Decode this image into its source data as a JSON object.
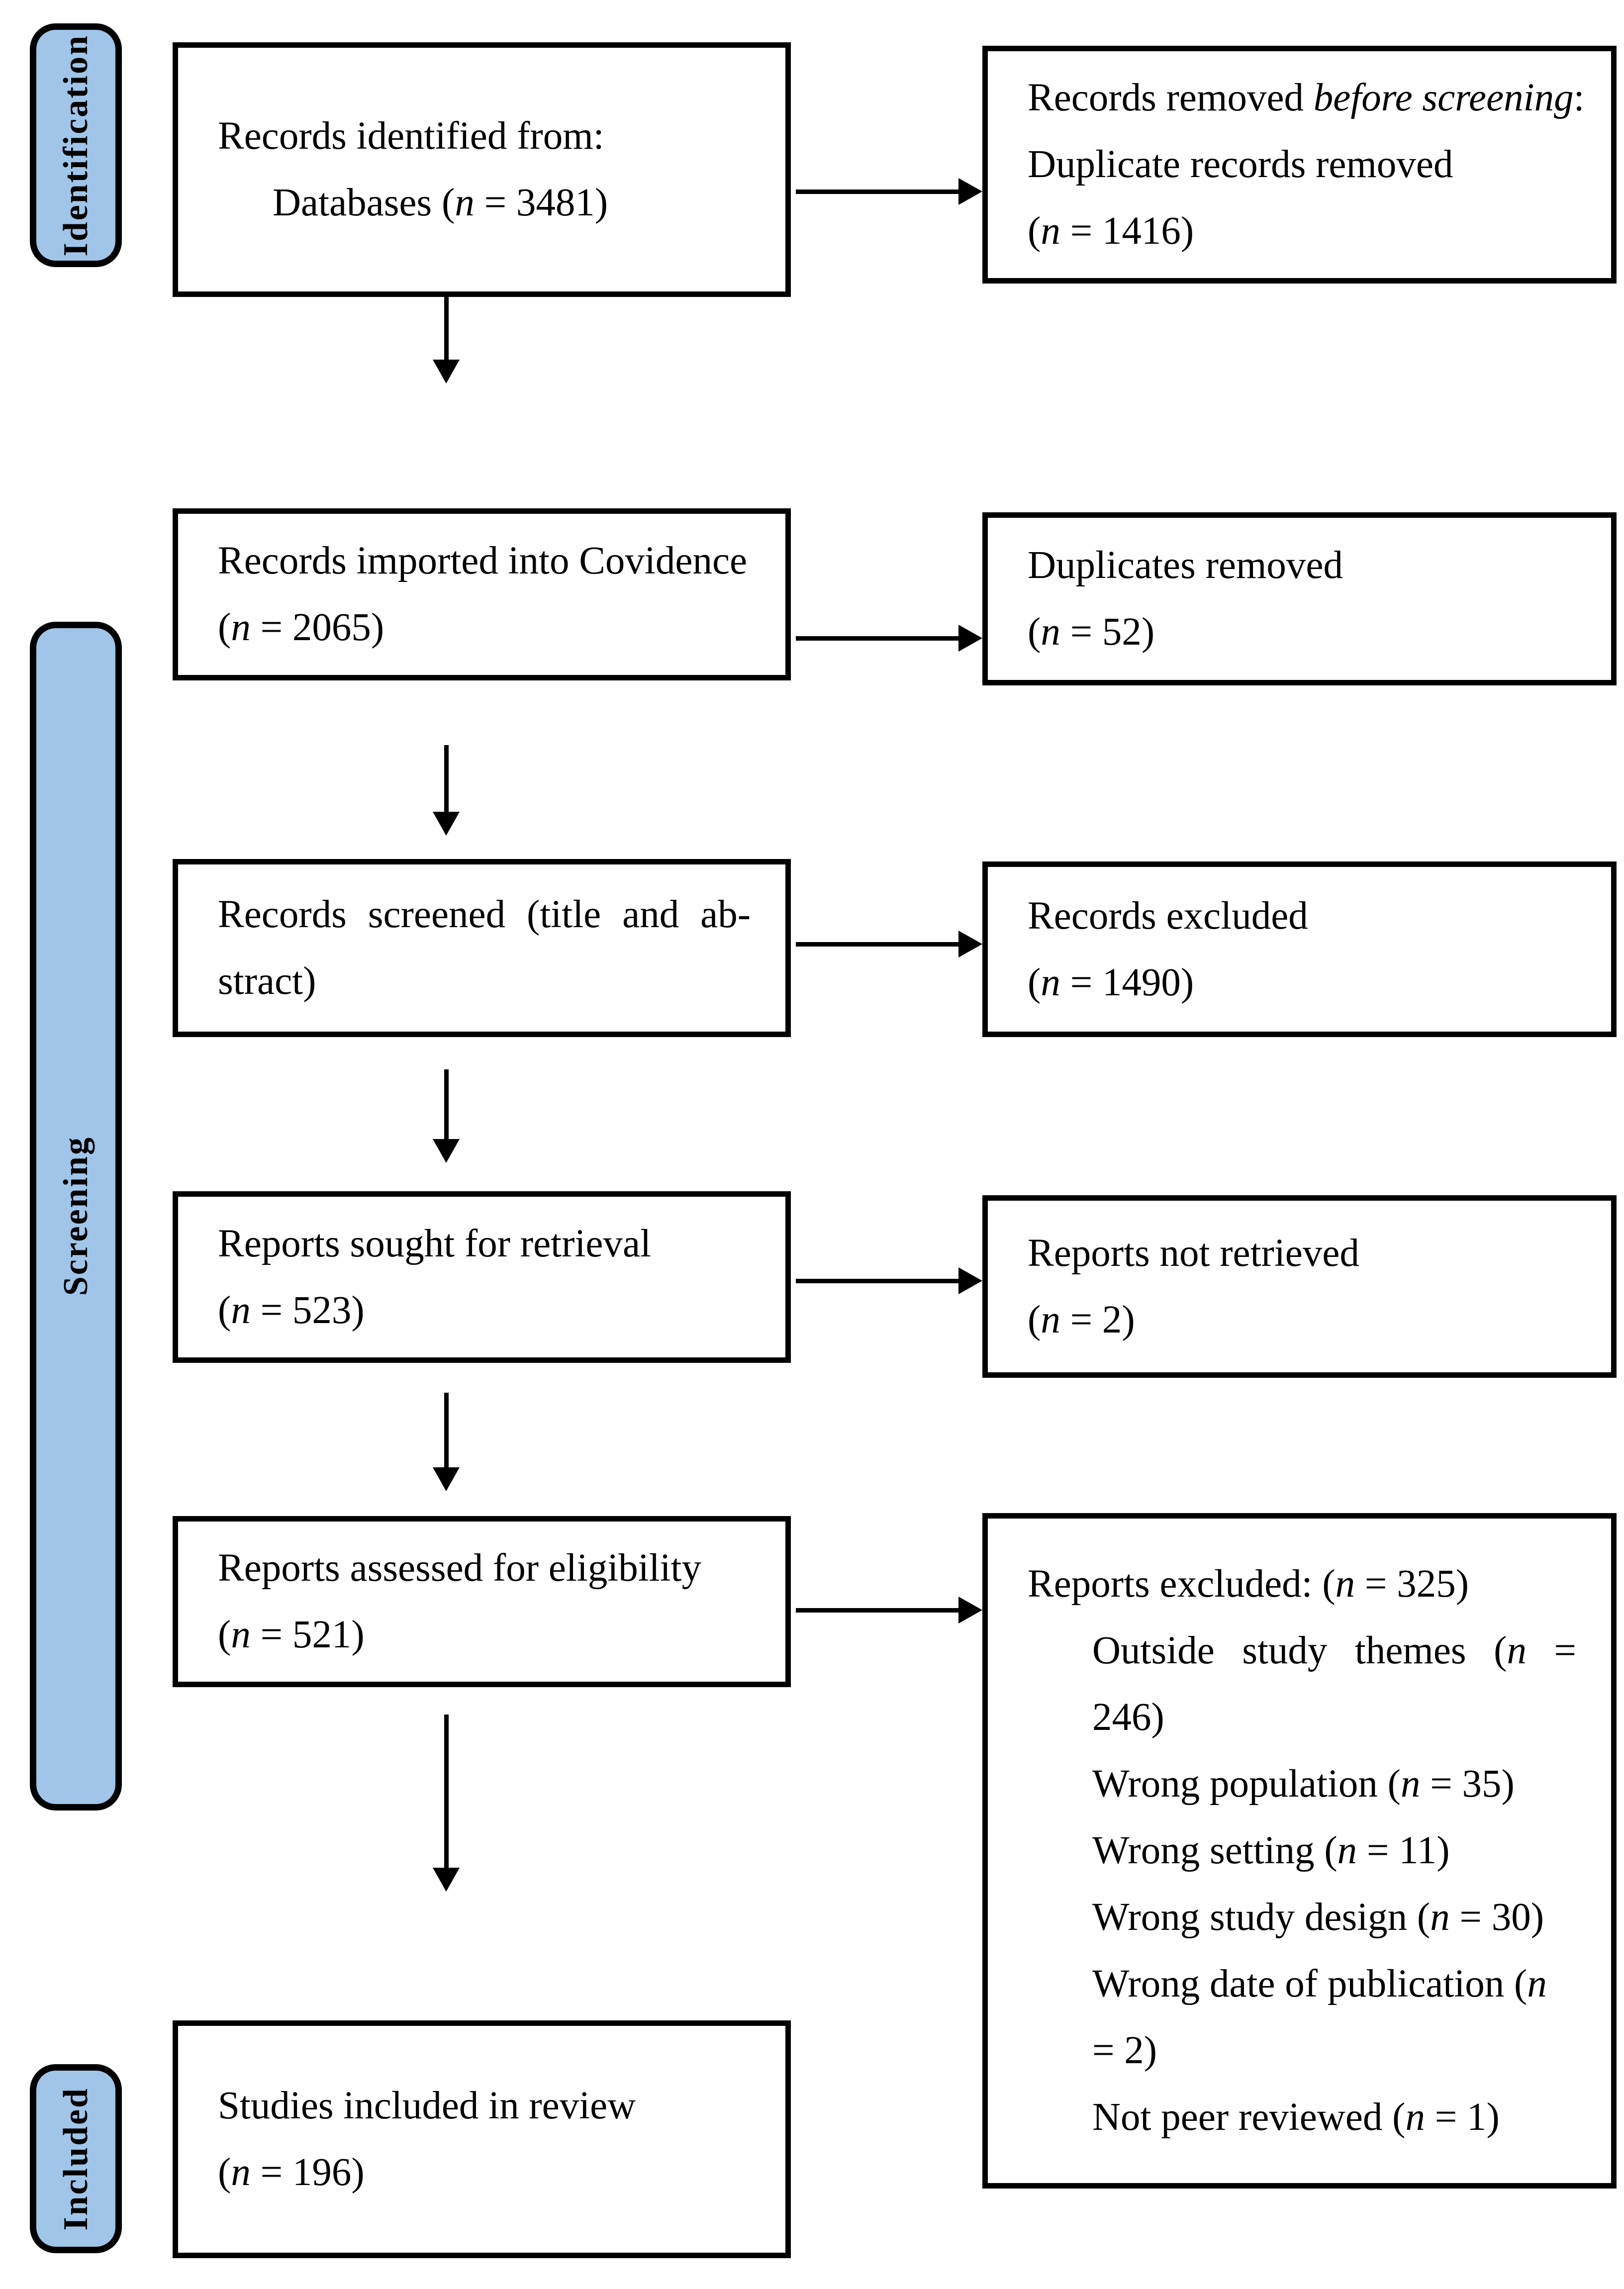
{
  "diagram": {
    "title_implicit": "PRISMA flow diagram",
    "colors": {
      "stage_label_fill": "#A0C5E8",
      "stage_label_border": "#000000",
      "box_border": "#000000",
      "background": "#FFFFFF",
      "text": "#000000"
    },
    "stage_labels": {
      "identification": "Identification",
      "screening": "Screening",
      "included": "Included"
    },
    "boxes": {
      "identified": {
        "lines": [
          "Records identified from:",
          "Databases (*n* = 3481)"
        ]
      },
      "removed_before_screening": {
        "lines": [
          "Records removed *before screening*:",
          "Duplicate records removed",
          "(*n* = 1416)"
        ]
      },
      "imported": {
        "lines": [
          "Records imported into Covidence",
          "(*n* = 2065)"
        ]
      },
      "duplicates_removed": {
        "lines": [
          "Duplicates removed",
          "(*n* = 52)"
        ]
      },
      "screened": {
        "lines": [
          "Records screened (title and ab-",
          "stract)"
        ]
      },
      "records_excluded": {
        "lines": [
          "Records excluded",
          "(*n* = 1490)"
        ]
      },
      "sought": {
        "lines": [
          "Reports sought for retrieval",
          "(*n* = 523)"
        ]
      },
      "not_retrieved": {
        "lines": [
          "Reports not retrieved",
          "(*n* = 2)"
        ]
      },
      "assessed": {
        "lines": [
          "Reports assessed for eligibility",
          "(*n* = 521)"
        ]
      },
      "reports_excluded": {
        "lines": [
          "Reports excluded: (*n* = 325)",
          "Outside study themes (*n* =",
          "246)",
          "Wrong population (*n* = 35)",
          "Wrong setting (*n* = 11)",
          "Wrong study design (*n* = 30)",
          "Wrong date of publication (*n*",
          "= 2)",
          "Not peer reviewed (*n* = 1)"
        ]
      },
      "included_review": {
        "lines": [
          "Studies included in review",
          "(*n* = 196)"
        ]
      }
    },
    "counts": {
      "records_identified_databases": 3481,
      "duplicate_records_removed_before_screening": 1416,
      "records_imported_into_covidence": 2065,
      "duplicates_removed": 52,
      "records_excluded": 1490,
      "reports_sought_for_retrieval": 523,
      "reports_not_retrieved": 2,
      "reports_assessed_for_eligibility": 521,
      "reports_excluded_total": 325,
      "outside_study_themes": 246,
      "wrong_population": 35,
      "wrong_setting": 11,
      "wrong_study_design": 30,
      "wrong_date_of_publication": 2,
      "not_peer_reviewed": 1,
      "studies_included_in_review": 196
    }
  }
}
